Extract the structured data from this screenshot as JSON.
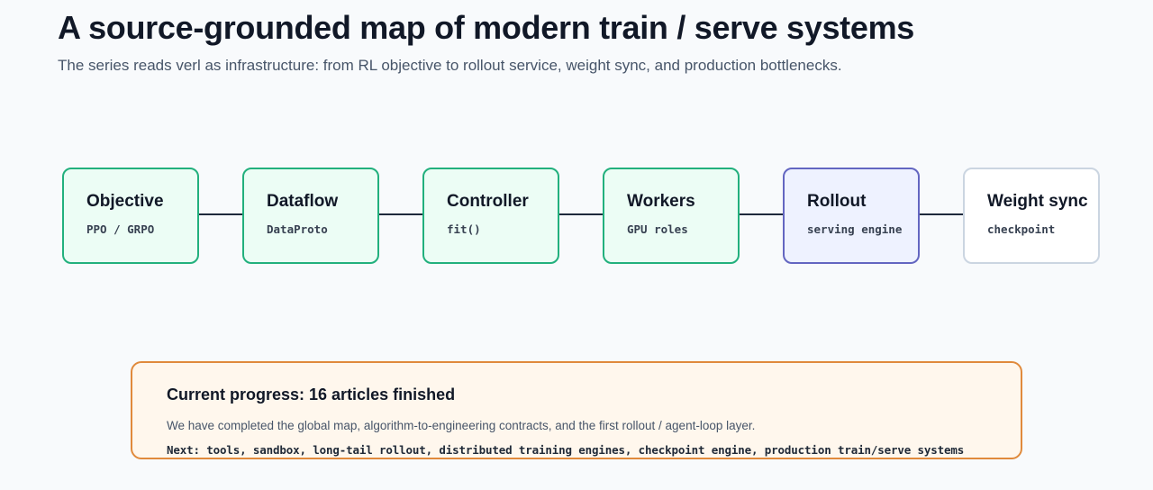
{
  "header": {
    "title": "A source-grounded map of modern train / serve systems",
    "subtitle": "The series reads verl as infrastructure: from RL objective to rollout service, weight sync, and production bottlenecks."
  },
  "pipeline": {
    "nodes": [
      {
        "title": "Objective",
        "sub": "PPO / GRPO",
        "style": "green"
      },
      {
        "title": "Dataflow",
        "sub": "DataProto",
        "style": "green"
      },
      {
        "title": "Controller",
        "sub": "fit()",
        "style": "green"
      },
      {
        "title": "Workers",
        "sub": "GPU roles",
        "style": "green"
      },
      {
        "title": "Rollout",
        "sub": "serving engine",
        "style": "indigo"
      },
      {
        "title": "Weight sync",
        "sub": "checkpoint",
        "style": "gray"
      }
    ]
  },
  "progress": {
    "heading": "Current progress: 16 articles finished",
    "body": "We have completed the global map, algorithm-to-engineering contracts, and the first rollout / agent-loop layer.",
    "next": "Next: tools, sandbox, long-tail rollout, distributed training engines, checkpoint engine, production train/serve systems"
  },
  "colors": {
    "background": "#f8fafc",
    "green_border": "#22b07d",
    "green_fill": "#ecfdf5",
    "indigo_border": "#6366c1",
    "indigo_fill": "#eef2ff",
    "gray_border": "#cbd5e1",
    "orange_border": "#e08a3c",
    "orange_fill": "#fff7ed"
  }
}
